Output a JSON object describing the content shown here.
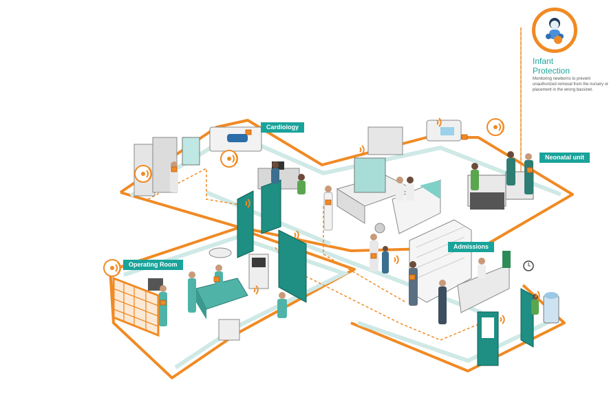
{
  "labels": {
    "cardiology": "Cardiology",
    "neonatal": "Neonatal unit",
    "operating_room": "Operating Room",
    "admissions": "Admissions"
  },
  "infant_protection": {
    "title_line1": "Infant",
    "title_line2": "Protection",
    "description": "Monitoring newborns to prevent unauthorized removal from the nursery or placement in the wrong bassinet."
  },
  "colors": {
    "teal": "#1aa39a",
    "orange": "#f08a24",
    "floor_line": "#cfe9e6",
    "door": "#1e8f82"
  },
  "icons": [
    "baby-icon",
    "wifi-signal-icon",
    "wall-clock-icon",
    "badge-tag-icon"
  ]
}
